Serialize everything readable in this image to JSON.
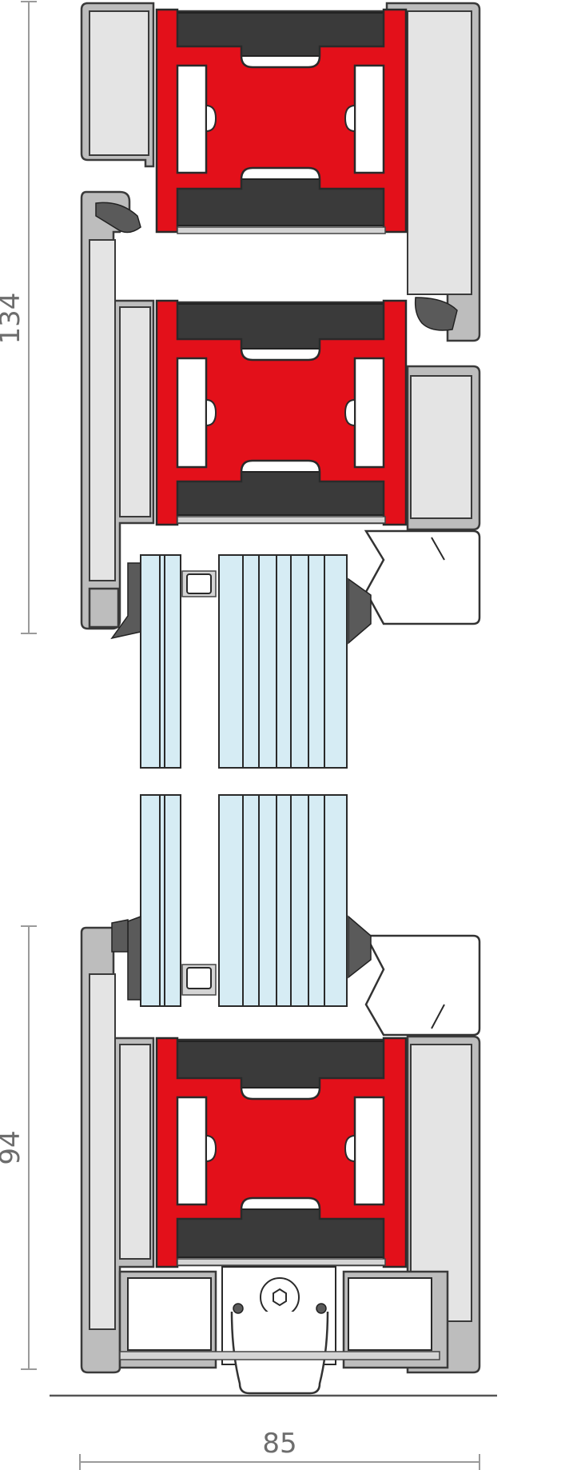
{
  "dimensions": {
    "upper_height": "134",
    "lower_height": "94",
    "width": "85"
  },
  "colors": {
    "thermal_break": "#e3101a",
    "insulation": "#3a3a3a",
    "frame": "#bdbdbd",
    "glass": "#d6ecf4"
  }
}
